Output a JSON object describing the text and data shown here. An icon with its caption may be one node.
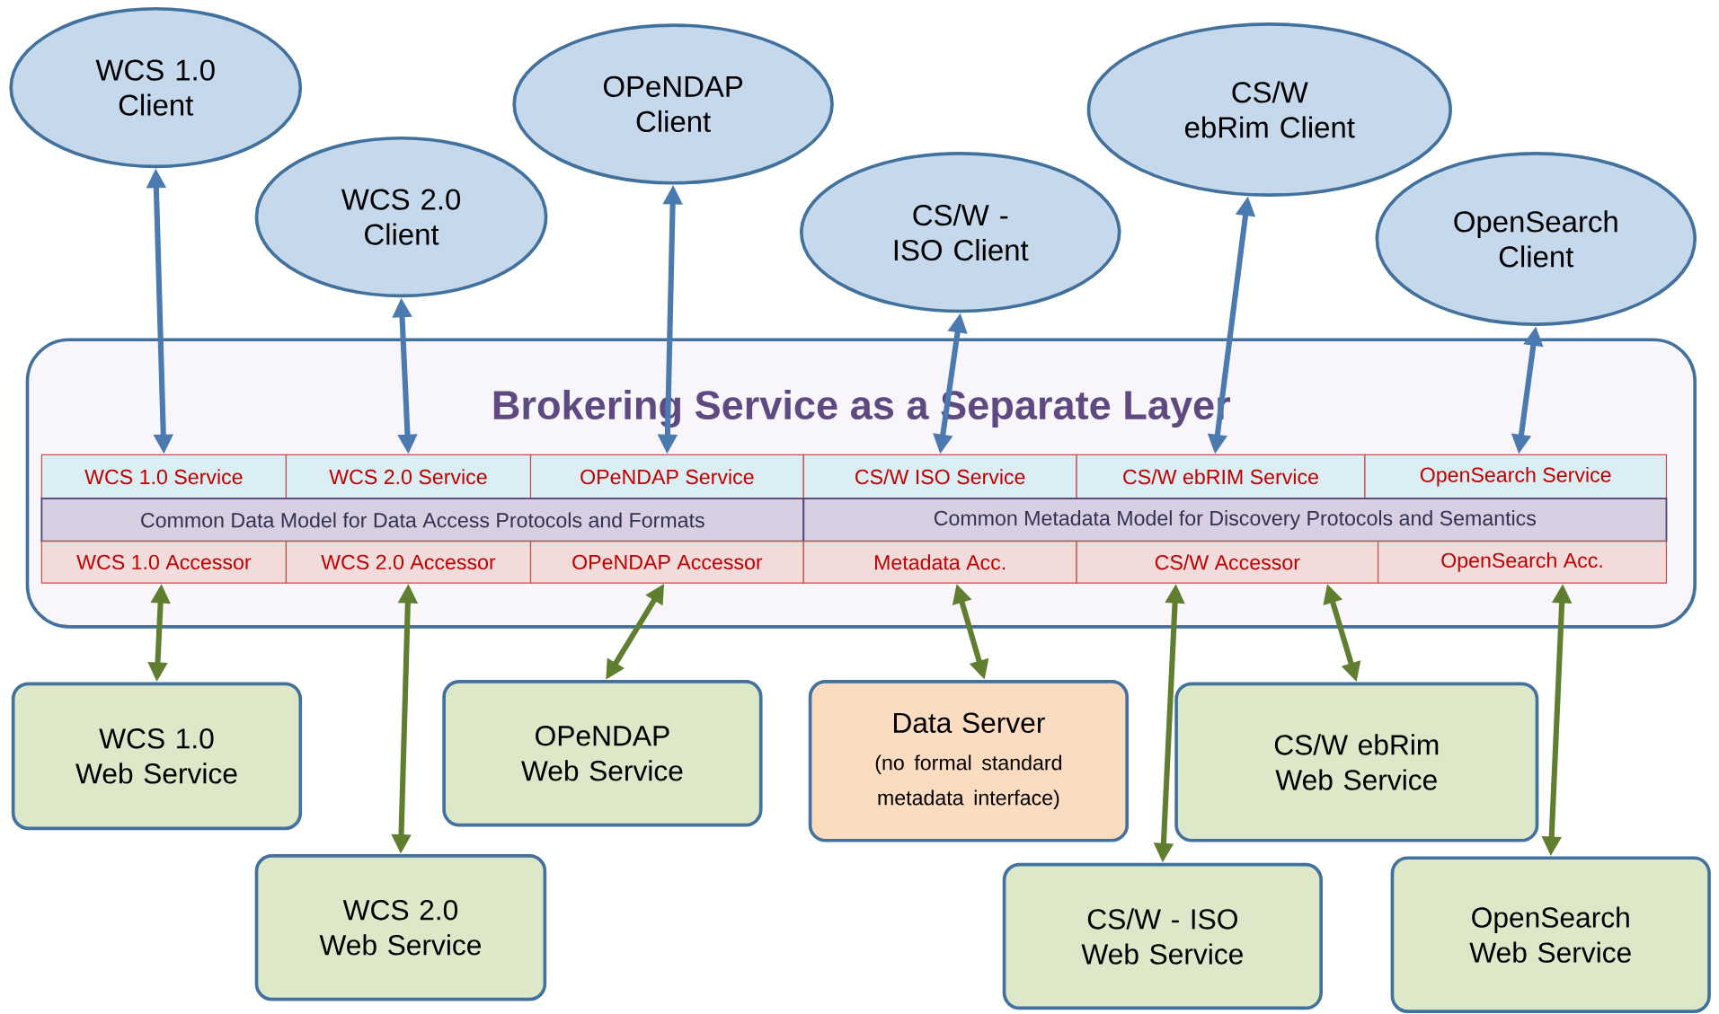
{
  "diagram": {
    "nodes": [
      {
        "text": [
          "WCS 1.0 Client"
        ]
      },
      {
        "text": [
          "WCS 2.0 Client"
        ]
      },
      {
        "text": [
          "OPeNDAP Client"
        ]
      },
      {
        "text": [
          "CS/W - ISO Client"
        ]
      },
      {
        "text": [
          "CS/W ebRim Client"
        ]
      },
      {
        "text": [
          "OpenSearch Client"
        ]
      },
      {
        "text": [
          "Brokering Service as a Separate Layer"
        ]
      },
      {
        "text": [
          "WCS 1.0 Service"
        ],
        "in": 6
      },
      {
        "text": [
          "WCS 2.0 Service"
        ],
        "in": 6
      },
      {
        "text": [
          "OPeNDAP Service"
        ],
        "in": 6
      },
      {
        "text": [
          "CS/W ISO Service"
        ],
        "in": 6
      },
      {
        "text": [
          "CS/W ebRIM Service"
        ],
        "in": 6
      },
      {
        "text": [
          "OpenSearch Service"
        ],
        "in": 6
      },
      {
        "text": [
          "Common Data Model for Data Access Protocols and Formats"
        ],
        "in": 6
      },
      {
        "text": [
          "Common Metadata Model for Discovery Protocols and Semantics"
        ],
        "in": 6
      },
      {
        "text": [
          "WCS 1.0 Accessor"
        ],
        "in": 6
      },
      {
        "text": [
          "WCS 2.0 Accessor"
        ],
        "in": 6
      },
      {
        "text": [
          "OPeNDAP Accessor"
        ],
        "in": 6
      },
      {
        "text": [
          "Metadata Acc."
        ],
        "in": 6
      },
      {
        "text": [
          "CS/W Accessor"
        ],
        "in": 6
      },
      {
        "text": [
          "OpenSearch Acc."
        ],
        "in": 6
      },
      {
        "text": [
          "WCS 1.0 Web Service"
        ]
      },
      {
        "text": [
          "WCS 2.0 Web Service"
        ]
      },
      {
        "text": [
          "OPeNDAP Web Service"
        ]
      },
      {
        "text": [
          "Data Server",
          "(no formal standard metadata interface)"
        ]
      },
      {
        "text": [
          "CS/W - ISO Web Service"
        ]
      },
      {
        "text": [
          "CS/W ebRim Web Service"
        ]
      },
      {
        "text": [
          "OpenSearch Web Service"
        ]
      }
    ],
    "edges": [
      {
        "from": 0,
        "to": 7,
        "arrow": "both",
        "color": "#4a7ab0"
      },
      {
        "from": 1,
        "to": 8,
        "arrow": "both",
        "color": "#4a7ab0"
      },
      {
        "from": 2,
        "to": 9,
        "arrow": "both",
        "color": "#4a7ab0"
      },
      {
        "from": 3,
        "to": 10,
        "arrow": "both",
        "color": "#4a7ab0"
      },
      {
        "from": 4,
        "to": 11,
        "arrow": "both",
        "color": "#4a7ab0"
      },
      {
        "from": 5,
        "to": 12,
        "arrow": "both",
        "color": "#4a7ab0"
      },
      {
        "from": 15,
        "to": 21,
        "arrow": "both"
      },
      {
        "from": 16,
        "to": 22,
        "arrow": "both"
      },
      {
        "from": 17,
        "to": 23,
        "arrow": "both"
      },
      {
        "from": 18,
        "to": 24,
        "arrow": "both"
      },
      {
        "from": 19,
        "to": 25,
        "arrow": "both"
      },
      {
        "from": 19,
        "to": 26,
        "arrow": "both"
      },
      {
        "from": 20,
        "to": 27,
        "arrow": "both"
      }
    ]
  }
}
